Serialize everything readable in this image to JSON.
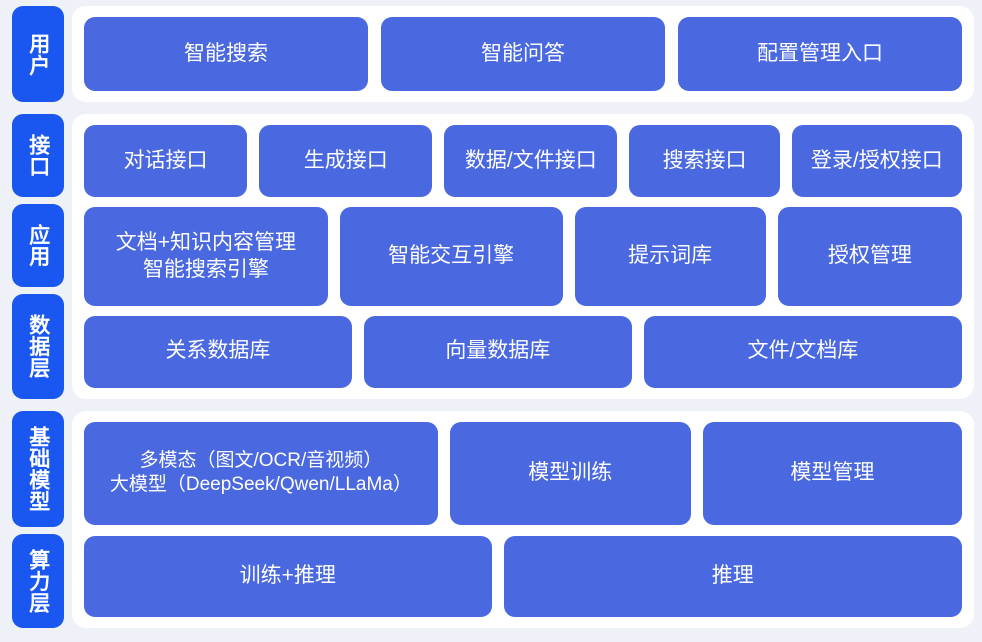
{
  "colors": {
    "page_background": "#eef1f7",
    "panel_background": "#ffffff",
    "label_chip": "#1a56f0",
    "content_box": "#4a68e0",
    "text": "#ffffff"
  },
  "bands": {
    "users": {
      "labels": [
        "用户"
      ],
      "rows": [
        {
          "name": "user-entry-row",
          "boxes": [
            "智能搜索",
            "智能问答",
            "配置管理入口"
          ]
        }
      ]
    },
    "middle": {
      "labels": [
        "接口",
        "应用",
        "数据层"
      ],
      "rows": [
        {
          "name": "interface-row",
          "boxes": [
            "对话接口",
            "生成接口",
            "数据/文件接口",
            "搜索接口",
            "登录/授权接口"
          ]
        },
        {
          "name": "application-row",
          "boxes": [
            "文档+知识内容管理\n智能搜索引擎",
            "智能交互引擎",
            "提示词库",
            "授权管理"
          ]
        },
        {
          "name": "data-row",
          "boxes": [
            "关系数据库",
            "向量数据库",
            "文件/文档库"
          ]
        }
      ]
    },
    "base": {
      "labels": [
        "基础模型",
        "算力层"
      ],
      "rows": [
        {
          "name": "model-row",
          "boxes": [
            "多模态（图文/OCR/音视频）\n大模型（DeepSeek/Qwen/LLaMa）",
            "模型训练",
            "模型管理"
          ]
        },
        {
          "name": "compute-row",
          "boxes": [
            "训练+推理",
            "推理"
          ]
        }
      ]
    }
  }
}
